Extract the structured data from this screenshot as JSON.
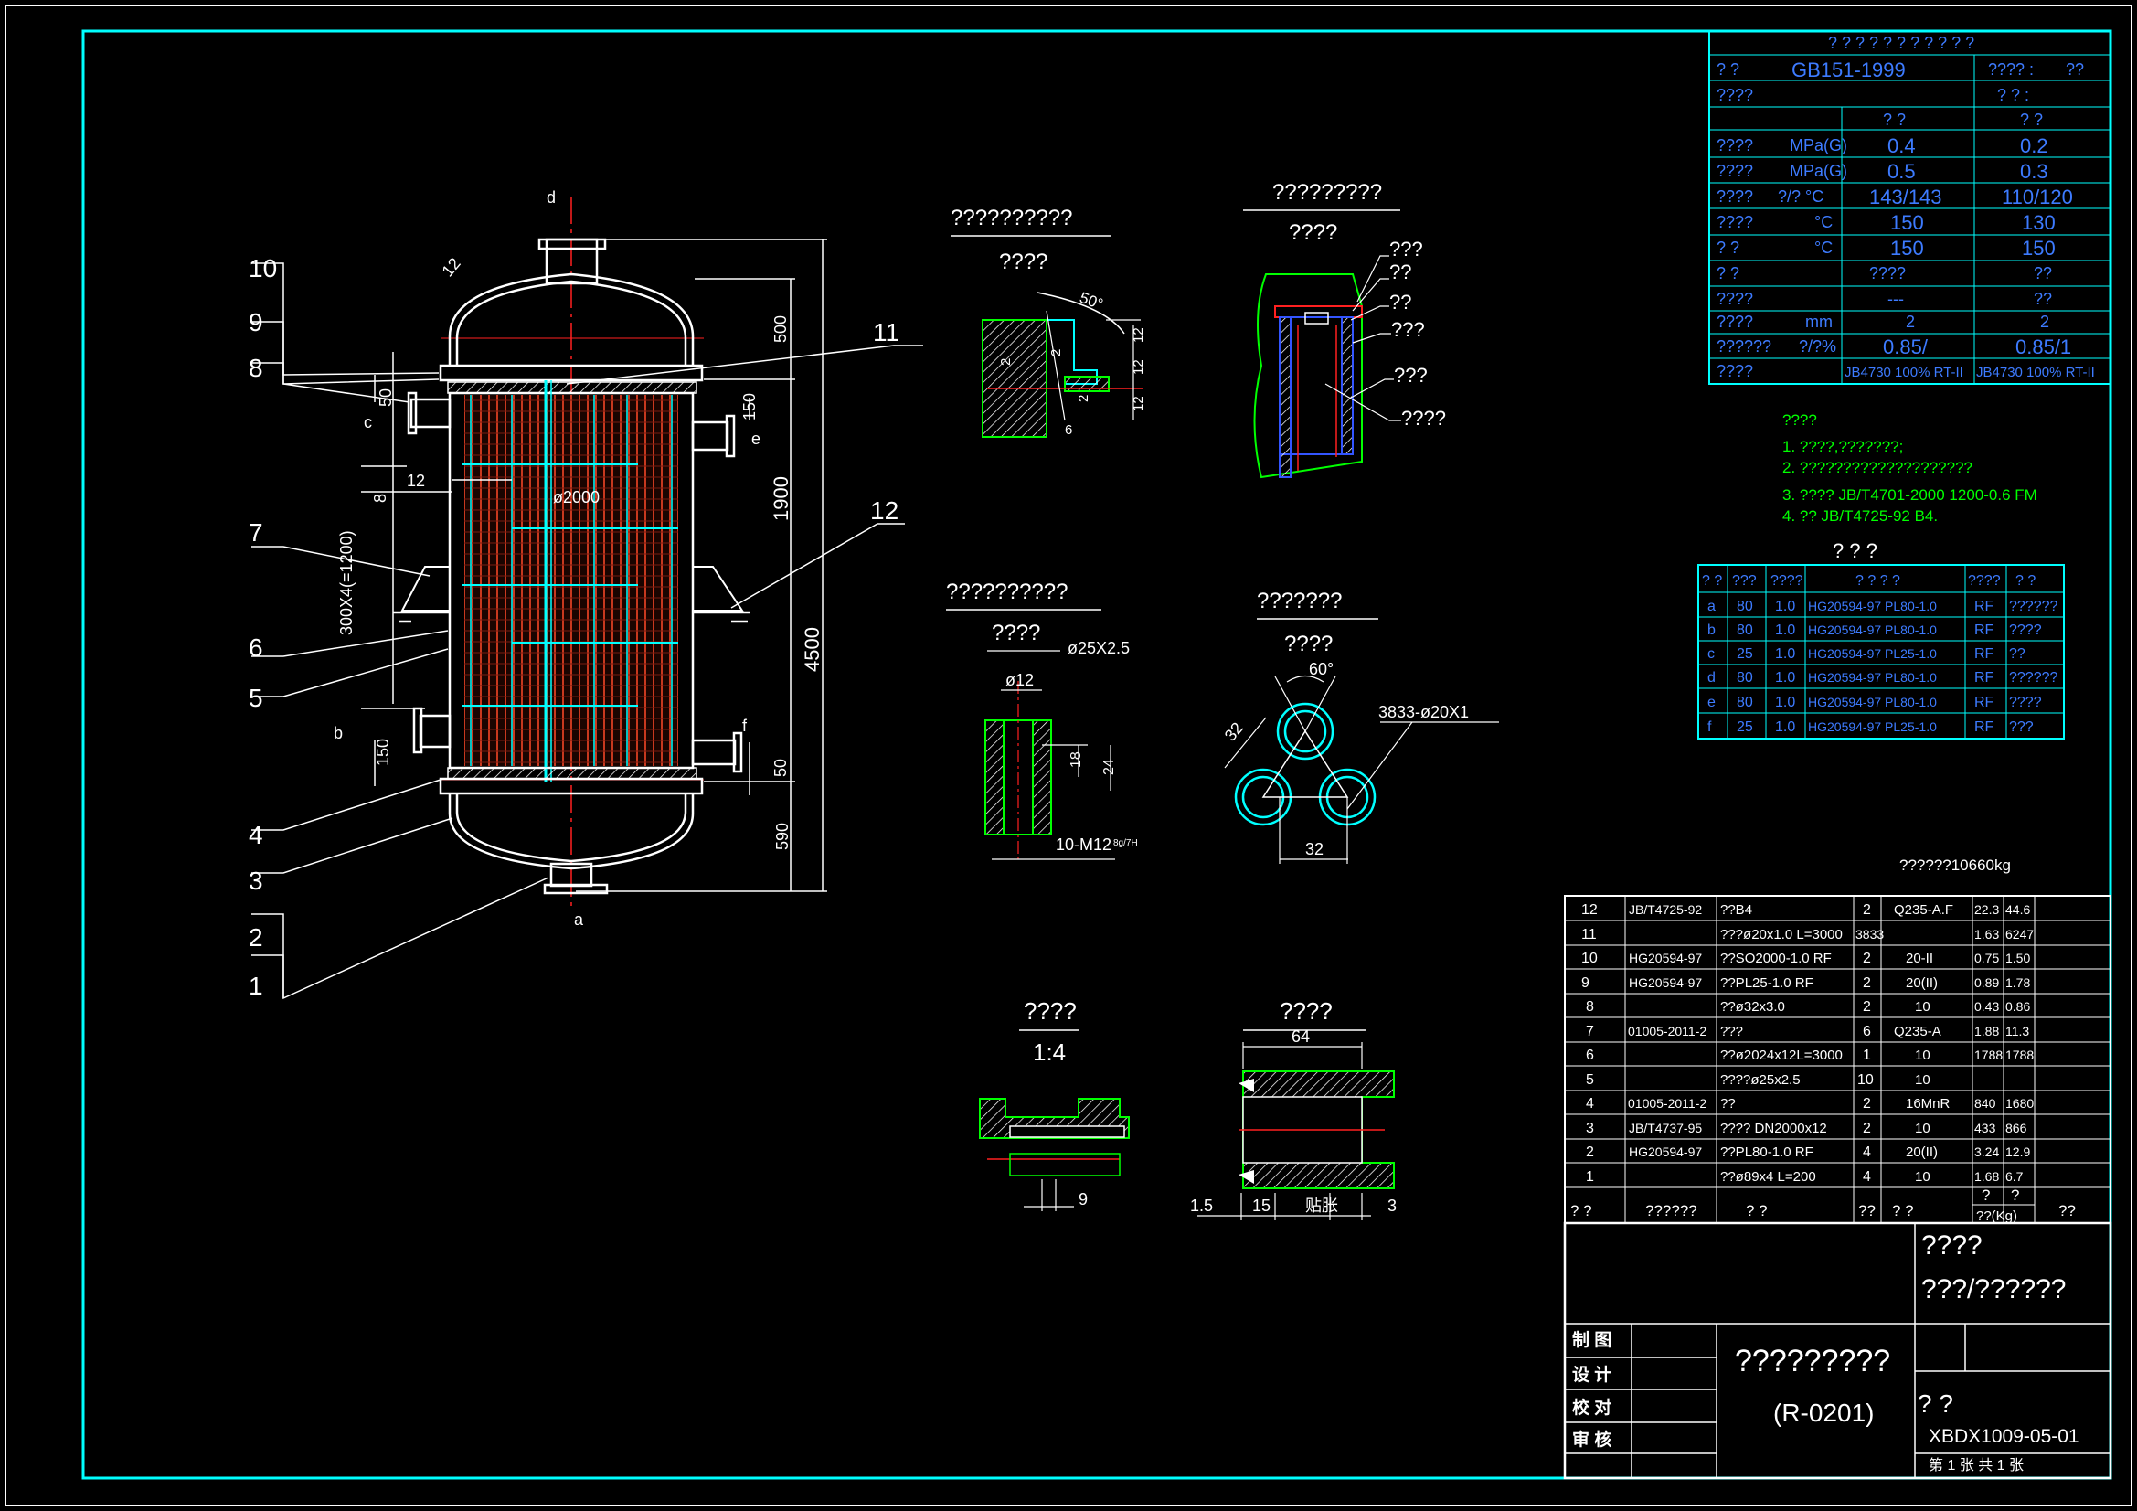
{
  "colors": {
    "background": "#000000",
    "frame": "#00ffff",
    "main_line": "#ffffff",
    "tube": "#cc3322",
    "center_line": "#ff2020",
    "green": "#00ff00",
    "blue": "#2244ff"
  },
  "main_view": {
    "parts": [
      "10",
      "9",
      "8",
      "7",
      "6",
      "5",
      "4",
      "3",
      "2",
      "1",
      "11",
      "12"
    ],
    "nozzles": {
      "top": "d",
      "bottom": "a",
      "left_upper": "c",
      "left_lower": "b",
      "right_upper": "e",
      "right_lower": "f"
    },
    "dims": {
      "head_thk": "12",
      "d500": "500",
      "d1900": "1900",
      "d590": "590",
      "d4500": "4500",
      "d150_r": "150",
      "d50_r": "50",
      "d50_l": "50",
      "d150_l": "150",
      "d12": "12",
      "d8": "8",
      "diameter": "ø2000",
      "baffles": "300X4(=1200)"
    }
  },
  "detail_weld": {
    "title": "??????????",
    "scale": "????",
    "angle": "50°",
    "dims": [
      "2",
      "2",
      "2",
      "6",
      "12",
      "12",
      "12"
    ]
  },
  "detail_tubesheet": {
    "title": "?????????",
    "scale": "????",
    "labels": [
      "???",
      "??",
      "??",
      "???",
      "???",
      "????"
    ]
  },
  "detail_hole": {
    "title": "??????????",
    "scale": "????",
    "tube": "ø25X2.5",
    "bore": "ø12",
    "d18": "18",
    "d24": "24",
    "thread": "10-M12",
    "fit": "8g/7H"
  },
  "detail_pitch": {
    "title": "???????",
    "scale": "????",
    "angle": "60°",
    "d32a": "32",
    "d32b": "32",
    "count": "3833-ø20X1"
  },
  "detail_expand": {
    "title": "????",
    "scale": "1:4",
    "dim": "9"
  },
  "detail_groove": {
    "title": "????",
    "d64": "64",
    "d15a": "1.5",
    "d15": "15",
    "label": "贴胀",
    "d3": "3"
  },
  "spec": {
    "title": "? ? ? ? ? ? ? ? ? ? ?",
    "r_std": [
      "? ?",
      "GB151-1999",
      "???? :",
      "??"
    ],
    "r_cls": [
      "????",
      "? ? :"
    ],
    "r_head": [
      "? ?",
      "? ?"
    ],
    "rows": [
      [
        "????",
        "MPa(G)",
        "0.4",
        "0.2"
      ],
      [
        "????",
        "MPa(G)",
        "0.5",
        "0.3"
      ],
      [
        "????",
        "?/?  °C",
        "143/143",
        "110/120"
      ],
      [
        "????",
        "°C",
        "150",
        "130"
      ],
      [
        "?  ?",
        "°C",
        "150",
        "150"
      ],
      [
        "?  ?",
        "",
        "????",
        "??"
      ],
      [
        "????",
        "",
        "---",
        "??"
      ],
      [
        "????",
        "mm",
        "2",
        "2"
      ],
      [
        "??????",
        "?/?%",
        "0.85/",
        "0.85/1"
      ],
      [
        "????",
        "",
        "JB4730 100% RT-II",
        "JB4730 100% RT-II"
      ]
    ]
  },
  "notes": {
    "title": "????",
    "items": [
      "1. ????,???????;",
      "2. ????????????????????",
      "3. ???? JB/T4701-2000 1200-0.6 FM",
      "4. ?? JB/T4725-92 B4."
    ]
  },
  "nozzle_table": {
    "title": "?  ?  ?",
    "header": [
      "? ?",
      "???",
      "????",
      "? ? ? ?",
      "????",
      "? ?"
    ],
    "rows": [
      [
        "a",
        "80",
        "1.0",
        "HG20594-97 PL80-1.0",
        "RF",
        "??????"
      ],
      [
        "b",
        "80",
        "1.0",
        "HG20594-97 PL80-1.0",
        "RF",
        "????"
      ],
      [
        "c",
        "25",
        "1.0",
        "HG20594-97 PL25-1.0",
        "RF",
        "??"
      ],
      [
        "d",
        "80",
        "1.0",
        "HG20594-97 PL80-1.0",
        "RF",
        "??????"
      ],
      [
        "e",
        "80",
        "1.0",
        "HG20594-97 PL80-1.0",
        "RF",
        "????"
      ],
      [
        "f",
        "25",
        "1.0",
        "HG20594-97 PL25-1.0",
        "RF",
        "???"
      ]
    ]
  },
  "weight_note": "??????10660kg",
  "bom": {
    "rows": [
      [
        "12",
        "JB/T4725-92",
        "??B4",
        "2",
        "Q235-A.F",
        "22.3",
        "44.6"
      ],
      [
        "11",
        "",
        "???ø20x1.0  L=3000",
        "3833",
        "",
        "1.63",
        "6247"
      ],
      [
        "10",
        "HG20594-97",
        "??SO2000-1.0 RF",
        "2",
        "20-II",
        "0.75",
        "1.50"
      ],
      [
        "9",
        "HG20594-97",
        "??PL25-1.0 RF",
        "2",
        "20(II)",
        "0.89",
        "1.78"
      ],
      [
        "8",
        "",
        "??ø32x3.0",
        "2",
        "10",
        "0.43",
        "0.86"
      ],
      [
        "7",
        "01005-2011-2",
        "???",
        "6",
        "Q235-A",
        "1.88",
        "11.3"
      ],
      [
        "6",
        "",
        "??ø2024x12L=3000",
        "1",
        "10",
        "1788",
        "1788"
      ],
      [
        "5",
        "",
        "????ø25x2.5",
        "10",
        "10",
        "",
        ""
      ],
      [
        "4",
        "01005-2011-2",
        "??",
        "2",
        "16MnR",
        "840",
        "1680"
      ],
      [
        "3",
        "JB/T4737-95",
        "????  DN2000x12",
        "2",
        "10",
        "433",
        "866"
      ],
      [
        "2",
        "HG20594-97",
        "??PL80-1.0 RF",
        "4",
        "20(II)",
        "3.24",
        "12.9"
      ],
      [
        "1",
        "",
        "??ø89x4    L=200",
        "4",
        "10",
        "1.68",
        "6.7"
      ]
    ],
    "header": [
      "? ?",
      "??????",
      "?     ?",
      "??",
      "?    ?",
      "?",
      "?",
      "??(Kg)",
      "??"
    ]
  },
  "title_block": {
    "company1": "????",
    "company2": "???/??????",
    "roles": [
      "制  图",
      "设  计",
      "校  对",
      "审  核"
    ],
    "name": "?????????",
    "code": "(R-0201)",
    "scale_lbl": "? ?",
    "drawing_no": "XBDX1009-05-01",
    "sheet": "第 1 张   共 1 张"
  }
}
